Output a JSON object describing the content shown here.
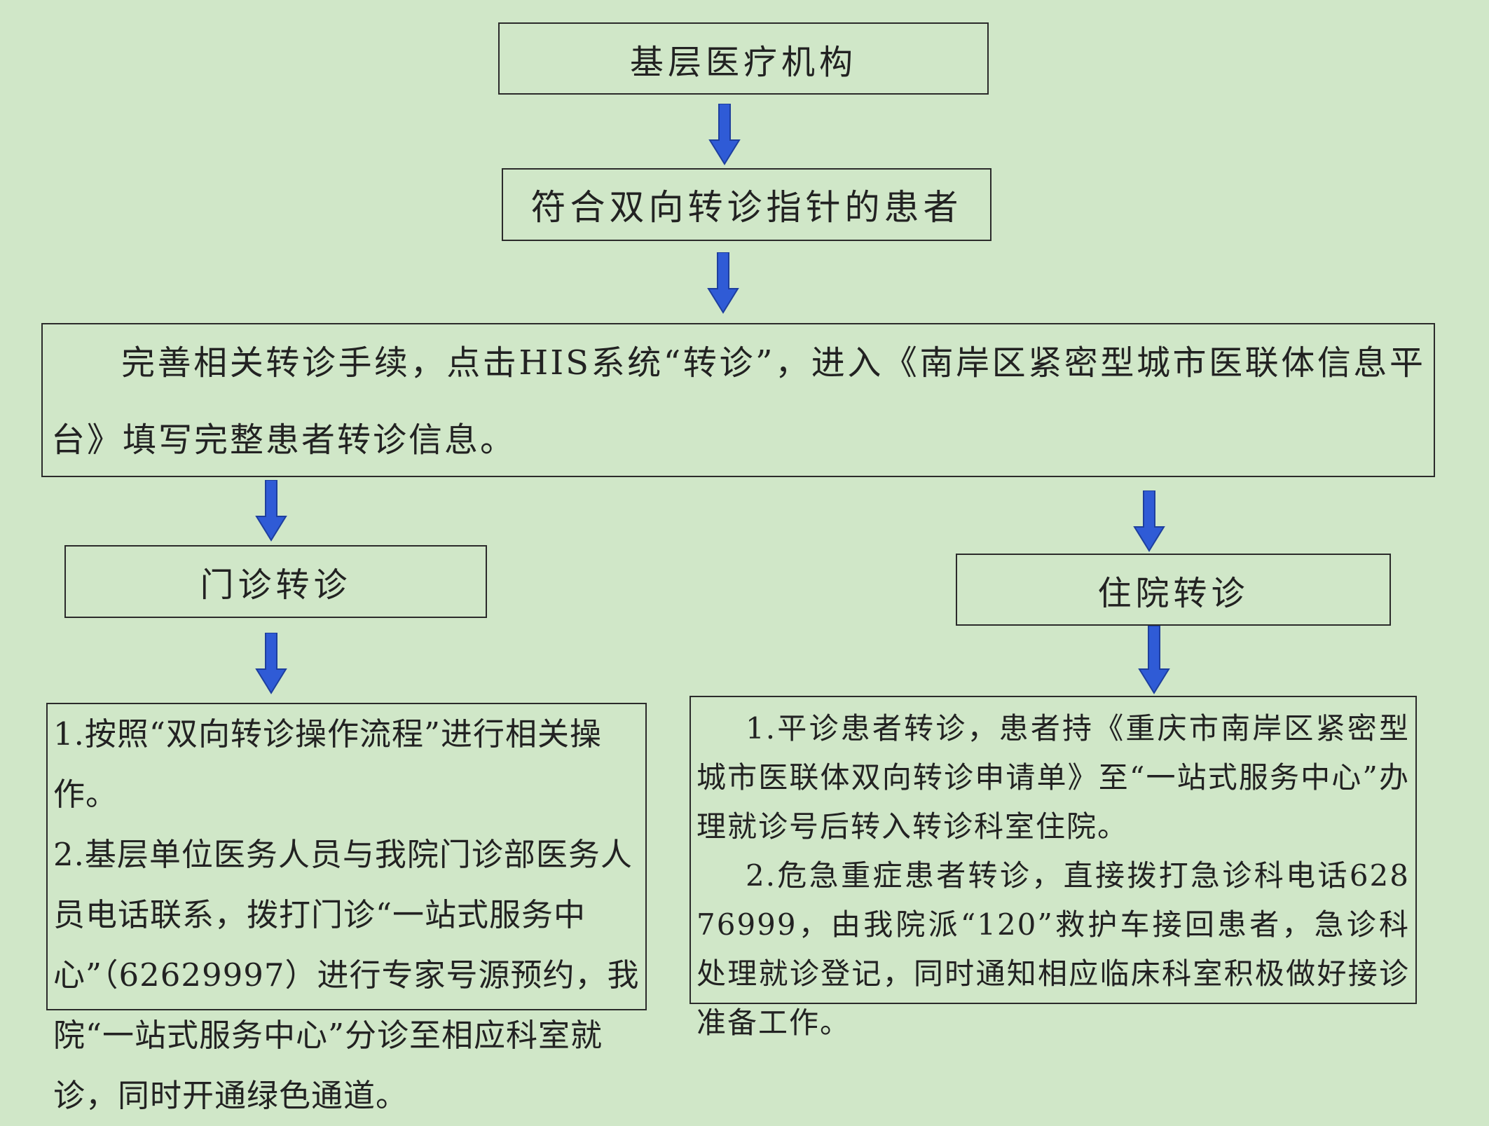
{
  "nodes": {
    "primary_institution": "基层医疗机构",
    "eligible_patients": "符合双向转诊指针的患者",
    "procedure": "完善相关转诊手续，点击HIS系统“转诊”，进入《南岸区紧密型城市医联体信息平台》填写完整患者转诊信息。",
    "outpatient_referral": "门诊转诊",
    "inpatient_referral": "住院转诊",
    "outpatient_steps": [
      "1.按照“双向转诊操作流程”进行相关操作。",
      "2.基层单位医务人员与我院门诊部医务人员电话联系，拨打门诊“一站式服务中心”（62629997）进行专家号源预约，我院“一站式服务中心”分诊至相应科室就诊，同时开通绿色通道。"
    ],
    "inpatient_steps": [
      "1.平诊患者转诊，患者持《重庆市南岸区紧密型城市医联体双向转诊申请单》至“一站式服务中心”办理就诊号后转入转诊科室住院。",
      "2.危急重症患者转诊，直接拨打急诊科电话62876999，由我院派“120”救护车接回患者，急诊科处理就诊登记，同时通知相应临床科室积极做好接诊准备工作。"
    ]
  },
  "colors": {
    "background": "#d0e7c8",
    "border": "#2b2b2b",
    "arrow": "#2f5bd6",
    "arrow_outline": "#1e3f9e"
  }
}
